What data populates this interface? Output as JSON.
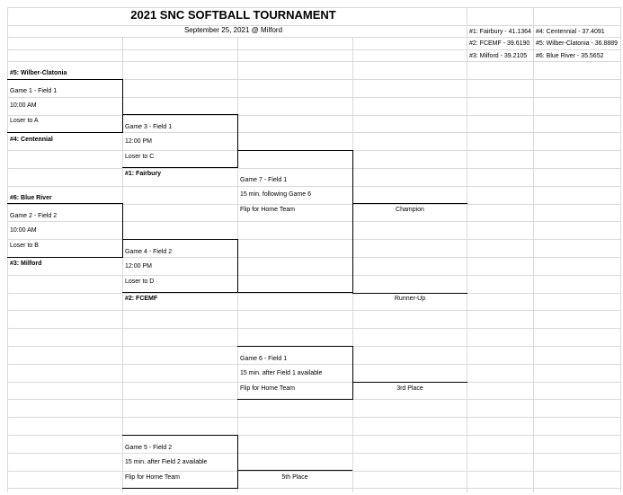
{
  "header": {
    "title": "2021 SNC SOFTBALL TOURNAMENT",
    "subtitle": "September 25, 2021 @ Milford"
  },
  "seeds": {
    "col1": [
      "#1: Fairbury - 41.1364",
      "#2: FCEMF - 39.6190",
      "#3: Milford - 39.2105"
    ],
    "col2": [
      "#4: Centennial - 37.4091",
      "#5: Wilber-Clatonia - 36.8889",
      "#6: Blue River - 35.5652"
    ]
  },
  "game1": {
    "team_top": "#5: Wilber-Clatonia",
    "title": "Game 1 - Field 1",
    "time": "10:00 AM",
    "loser": "Loser to A",
    "team_bottom": "#4: Centennial"
  },
  "game2": {
    "team_top": "#6: Blue River",
    "title": "Game 2 - Field 2",
    "time": "10:00 AM",
    "loser": "Loser to B",
    "team_bottom": "#3: Milford"
  },
  "game3": {
    "title": "Game 3 - Field 1",
    "time": "12:00 PM",
    "loser": "Loser to C",
    "team_bottom": "#1: Fairbury"
  },
  "game4": {
    "title": "Game 4 - Field 2",
    "time": "12:00 PM",
    "loser": "Loser to D",
    "team_bottom": "#2: FCEMF"
  },
  "game7": {
    "title": "Game 7 - Field 1",
    "time": "15 min. following Game 6",
    "note": "Flip for Home Team"
  },
  "game6": {
    "title": "Game 6 - Field 1",
    "time": "15 min. after Field 1 available",
    "note": "Flip for Home Team"
  },
  "game5": {
    "title": "Game 5 - Field 2",
    "time": "15 min. after Field 2 available",
    "note": "Flip for Home Team"
  },
  "results": {
    "champion": "Champion",
    "runner_up": "Runner-Up",
    "third": "3rd Place",
    "fifth": "5th Place"
  }
}
